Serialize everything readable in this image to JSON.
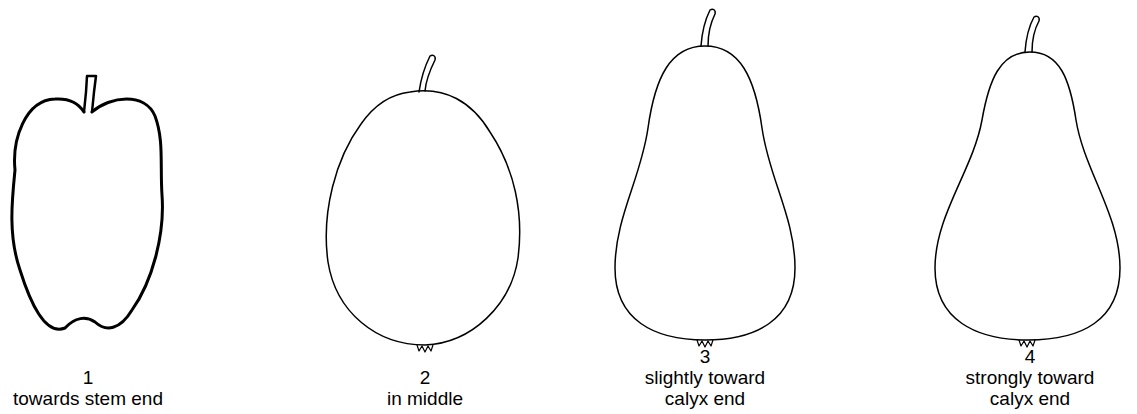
{
  "diagram": {
    "labels": [
      "1",
      "towards stem end",
      "2",
      "in middle",
      "3",
      "slightly toward calyx end",
      "4",
      "strongly toward calyx end"
    ]
  }
}
